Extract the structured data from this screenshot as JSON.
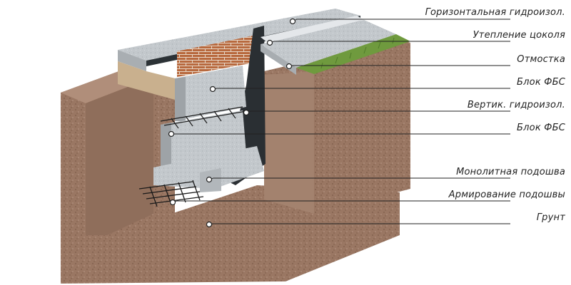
{
  "labels": [
    {
      "id": "horizontal-waterproofing",
      "text": "Горизонтальная гидроизол."
    },
    {
      "id": "plinth-insulation",
      "text": "Утепление цоколя"
    },
    {
      "id": "blind-area",
      "text": "Отмостка"
    },
    {
      "id": "fbs-block-upper",
      "text": "Блок ФБС"
    },
    {
      "id": "vertical-waterproofing",
      "text": "Вертик. гидроизол."
    },
    {
      "id": "fbs-block-lower",
      "text": "Блок ФБС"
    },
    {
      "id": "monolithic-footing",
      "text": "Монолитная подошва"
    },
    {
      "id": "footing-reinforcement",
      "text": "Армирование подошвы"
    },
    {
      "id": "soil",
      "text": "Грунт"
    }
  ],
  "colors": {
    "soil": "#9c7a66",
    "concrete": "#c6cbcf",
    "brick": "#b5653a",
    "waterproofing": "#2c3236",
    "grass": "#6f9a3e",
    "leader": "#222222"
  }
}
